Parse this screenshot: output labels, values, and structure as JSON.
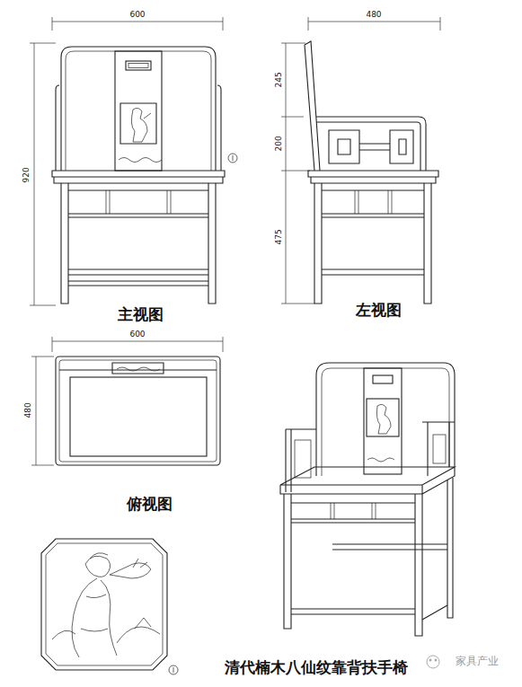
{
  "diagram": {
    "title": "清代楠木八仙纹靠背扶手椅",
    "labels": [
      "600",
      "920",
      "480",
      "245",
      "200",
      "475",
      "主视图",
      "左视图",
      "600",
      "480",
      "俯视图",
      "家具产业"
    ]
  }
}
